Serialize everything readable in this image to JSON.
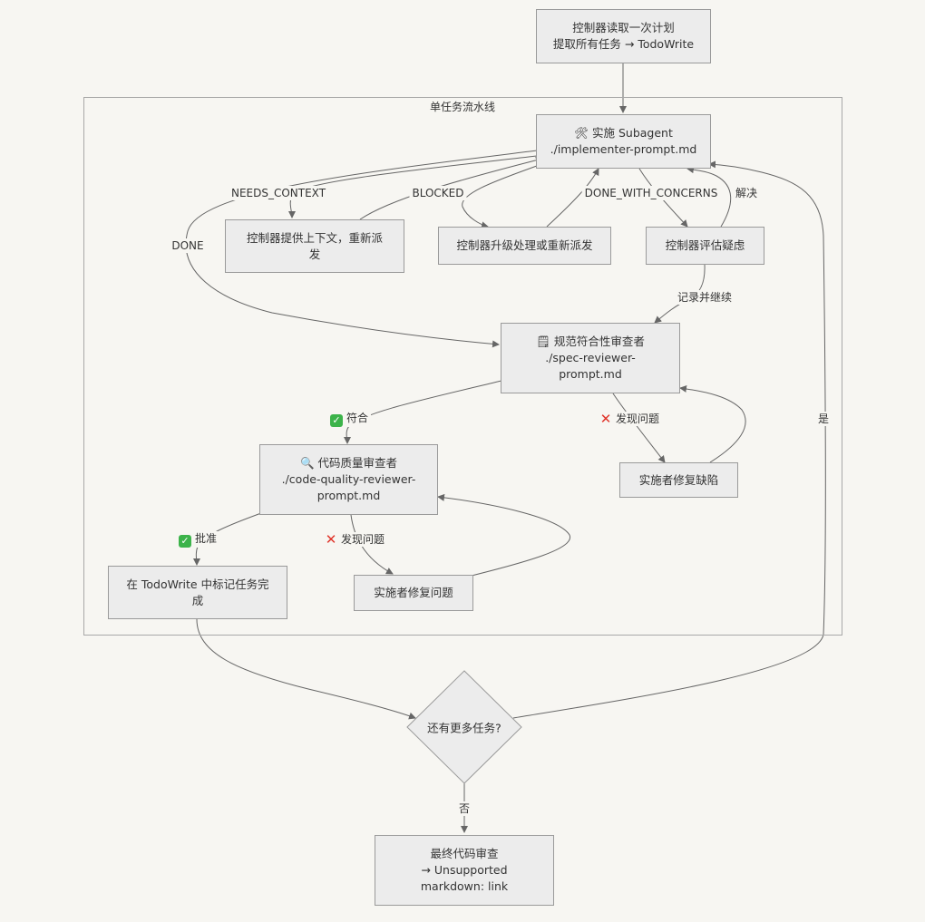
{
  "nodes": {
    "controller_read_plan": {
      "line1": "控制器读取一次计划",
      "line2": "提取所有任务 → TodoWrite"
    },
    "implementer": {
      "icon": "hammer-wrench-icon",
      "line1": "实施 Subagent",
      "line2": "./implementer-prompt.md"
    },
    "provide_context": {
      "line1": "控制器提供上下文，重新派",
      "line2": "发"
    },
    "escalate": {
      "line1": "控制器升级处理或重新派发"
    },
    "assess_concerns": {
      "line1": "控制器评估疑虑"
    },
    "spec_reviewer": {
      "icon": "clipboard-icon",
      "line1": "规范符合性审查者",
      "line2": "./spec-reviewer-",
      "line3": "prompt.md"
    },
    "fix_defects": {
      "line1": "实施者修复缺陷"
    },
    "code_quality_reviewer": {
      "icon": "magnifier-icon",
      "line1": "代码质量审查者",
      "line2": "./code-quality-reviewer-",
      "line3": "prompt.md"
    },
    "mark_complete": {
      "line1": "在 TodoWrite 中标记任务完",
      "line2": "成"
    },
    "fix_issues": {
      "line1": "实施者修复问题"
    },
    "more_tasks": {
      "line1": "还有更多任务?"
    },
    "final_review": {
      "line1": "最终代码审查",
      "line2": "→ Unsupported",
      "line3": "markdown: link"
    }
  },
  "subgraph": {
    "title": "单任务流水线"
  },
  "edge_labels": {
    "needs_context": "NEEDS_CONTEXT",
    "blocked": "BLOCKED",
    "done_with_concerns": "DONE_WITH_CONCERNS",
    "resolve": "解决",
    "done": "DONE",
    "record_continue": "记录并继续",
    "spec_pass": "符合",
    "spec_issue": "发现问题",
    "quality_approve": "批准",
    "quality_issue": "发现问题",
    "yes": "是",
    "no": "否"
  },
  "colors": {
    "background": "#f7f6f2",
    "node_fill": "#ececec",
    "node_border": "#9a9a9a",
    "edge": "#666666",
    "check_green": "#3cb34a",
    "cross_red": "#e0342a"
  }
}
